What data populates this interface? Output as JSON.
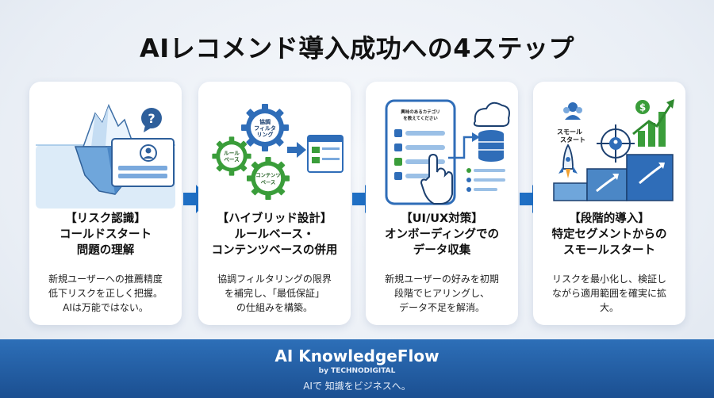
{
  "title": "AIレコメンド導入成功への4ステップ",
  "steps": [
    {
      "heading": [
        "【リスク認識】",
        "コールドスタート",
        "問題の理解"
      ],
      "desc": [
        "新規ユーザーへの推薦精度",
        "低下リスクを正しく把握。",
        "AIは万能ではない。"
      ]
    },
    {
      "heading": [
        "【ハイブリッド設計】",
        "ルールベース・",
        "コンテンツベースの併用"
      ],
      "desc": [
        "協調フィルタリングの限界",
        "を補完し、「最低保証」",
        "の仕組みを構築。"
      ],
      "gear_labels": [
        "協調\nフィルタ\nリング",
        "ルール\nベース",
        "コンテンツ\nベース"
      ]
    },
    {
      "heading": [
        "【UI/UX対策】",
        "オンボーディングでの",
        "データ収集"
      ],
      "desc": [
        "新規ユーザーの好みを初期",
        "段階でヒアリングし、",
        "データ不足を解消。"
      ],
      "phone_label": "興味のあるカテゴリを教えてください"
    },
    {
      "heading": [
        "【段階的導入】",
        "特定セグメントからの",
        "スモールスタート"
      ],
      "desc": [
        "リスクを最小化し、検証し",
        "ながら適用範囲を確実に拡",
        "大。"
      ],
      "small_start_label": "スモール\nスタート"
    }
  ],
  "footer": {
    "brand": "AI KnowledgeFlow",
    "by": "by TECHNODIGITAL",
    "tagline": "AIで 知識をビジネスへ。"
  },
  "colors": {
    "accent": "#1f6fc4",
    "footer": "#2461a8",
    "green": "#3a9d3a"
  }
}
